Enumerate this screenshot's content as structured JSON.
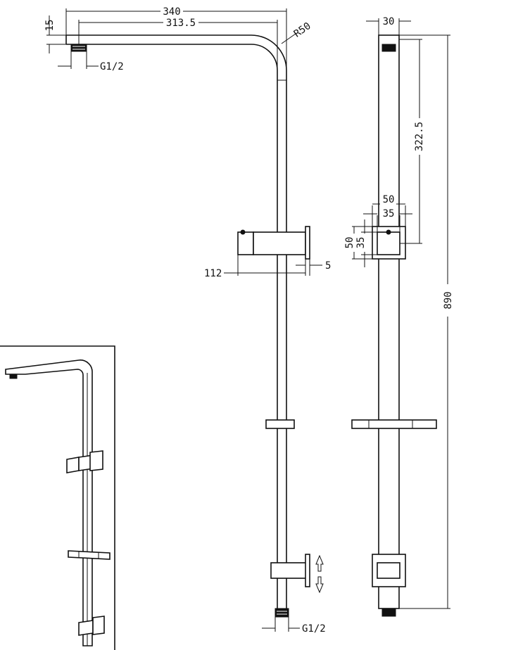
{
  "dimensions": {
    "arm_height": "15",
    "arm_length_overall": "340",
    "arm_length_inner": "313.5",
    "bend_radius": "R50",
    "top_thread": "G1/2",
    "holder_projection": "112",
    "holder_plate": "5",
    "rail_width": "30",
    "holder_offset": "322.5",
    "holder_outer_width": "50",
    "holder_inner_width": "35",
    "holder_outer_height": "50",
    "holder_inner_height": "35",
    "overall_height": "890",
    "bottom_thread": "G1/2"
  },
  "colors": {
    "line": "#111111",
    "background": "#ffffff"
  },
  "icons": {
    "adjust_arrows": "up-down-arrows-icon"
  }
}
